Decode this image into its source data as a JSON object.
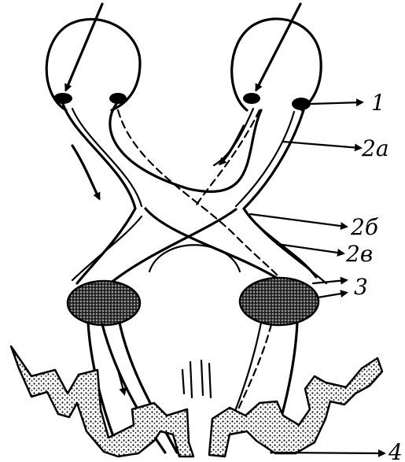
{
  "labels": {
    "l1": "1",
    "l2a": "2а",
    "l2b": "2б",
    "l2v": "2в",
    "l3": "3",
    "l4": "4"
  },
  "colors": {
    "ink": "#000000",
    "paper": "#ffffff",
    "stipple": "#000000"
  }
}
